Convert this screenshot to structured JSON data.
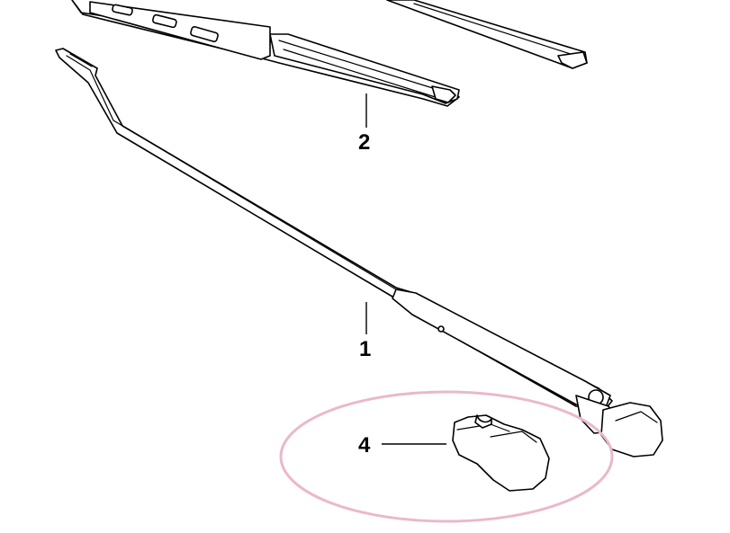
{
  "callouts": {
    "wiper_blade": "2",
    "wiper_arm": "1",
    "arm_cap": "4"
  },
  "colors": {
    "line": "#000000",
    "background": "#ffffff",
    "highlight_ellipse": "#eab8cd"
  }
}
